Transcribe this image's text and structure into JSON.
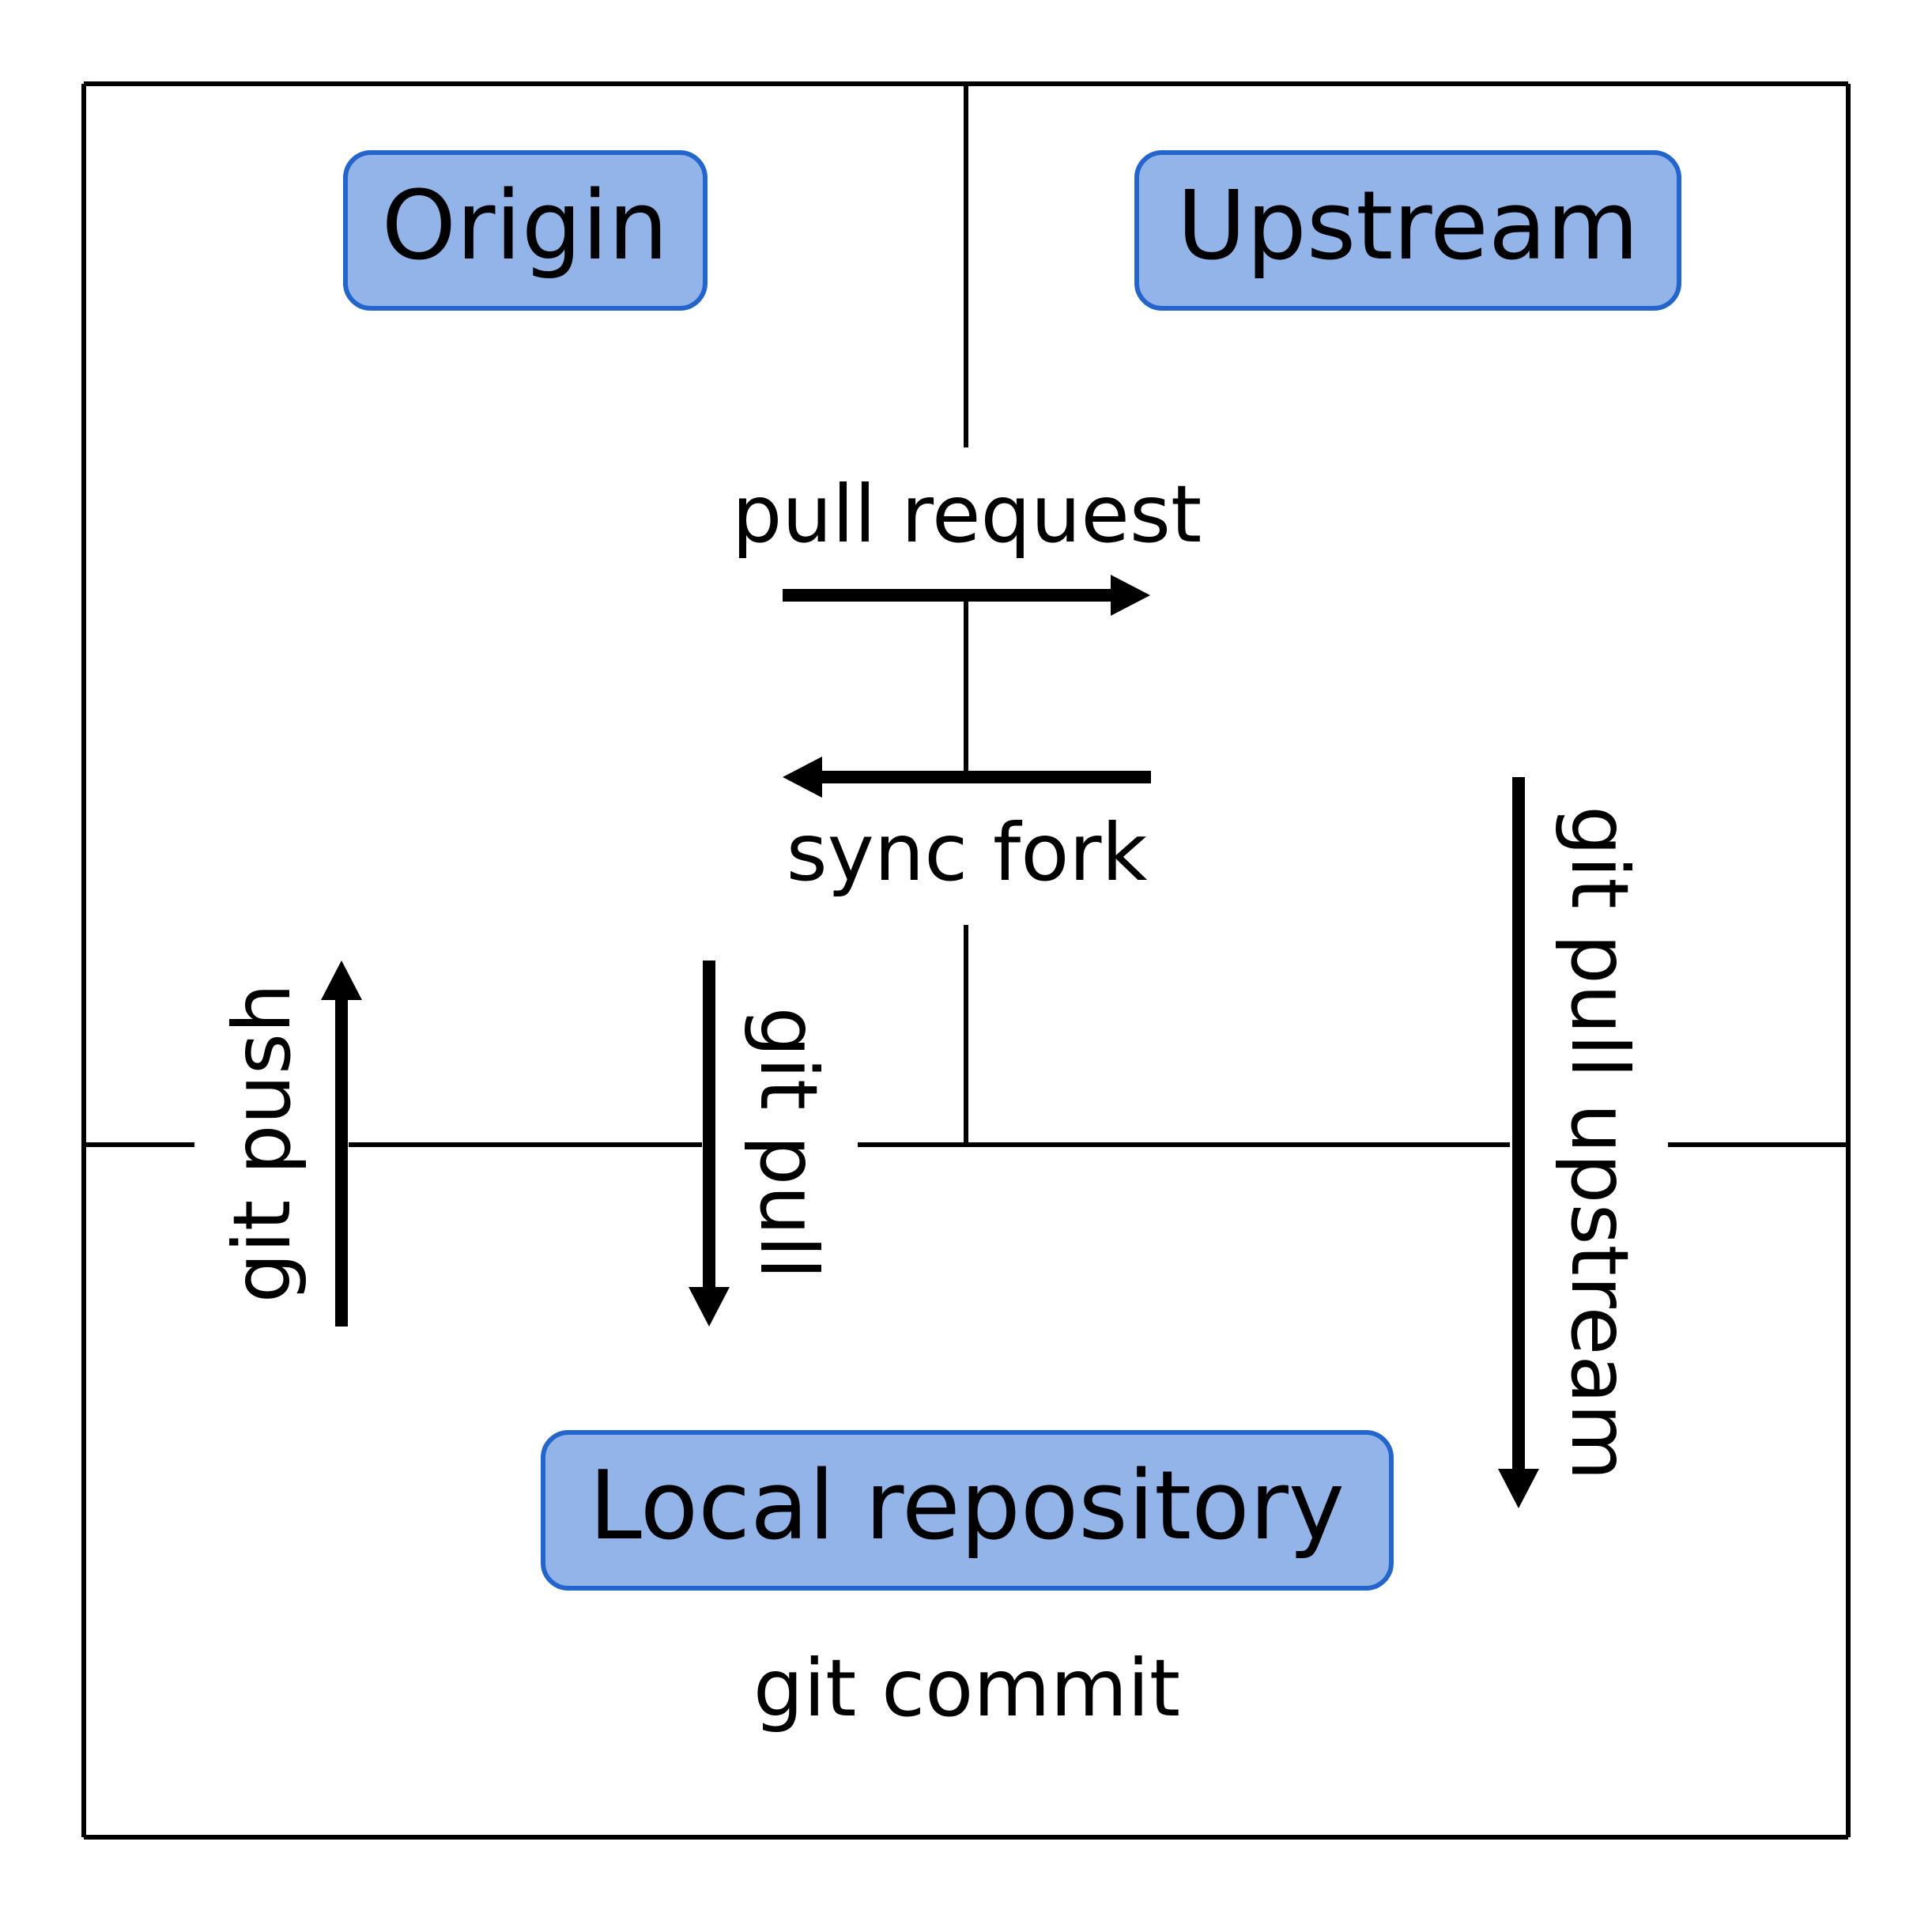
{
  "colors": {
    "node_fill": "#93b4e8",
    "node_stroke": "#2465cc",
    "line": "#000000",
    "background": "#ffffff"
  },
  "nodes": {
    "origin": "Origin",
    "upstream": "Upstream",
    "local": "Local repository"
  },
  "edges": {
    "pull_request": "pull request",
    "sync_fork": "sync fork",
    "git_push": "git push",
    "git_pull": "git pull",
    "git_pull_upstream": "git pull upstream",
    "git_commit": "git commit"
  }
}
